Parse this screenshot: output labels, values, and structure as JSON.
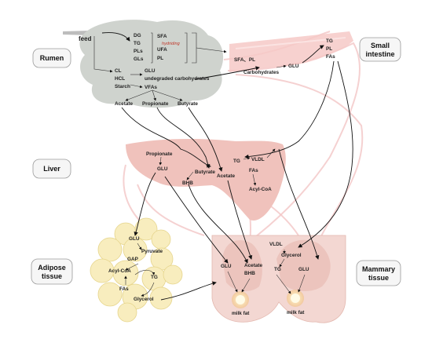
{
  "tissues": {
    "rumen": "Rumen",
    "small_intestine_line1": "Small",
    "small_intestine_line2": "intestine",
    "liver": "Liver",
    "adipose_line1": "Adipose",
    "adipose_line2": "tissue",
    "mammary_line1": "Mammary",
    "mammary_line2": "tissue"
  },
  "rumen": {
    "feed": "feed",
    "dg": "DG",
    "tg": "TG",
    "pls": "PLs",
    "gls": "GLs",
    "sfa": "SFA",
    "hydriding": "hydriding",
    "ufa": "UFA",
    "pl": "PL",
    "cl": "CL",
    "hcl": "HCL",
    "starch": "Starch",
    "glu": "GLU",
    "undegraded": "undegraded carbohydrates",
    "vfas": "VFAs",
    "acetate": "Acetate",
    "propionate": "Propionate",
    "butyrate": "Butyrate"
  },
  "small_intestine": {
    "sfa_pl": "SFA、PL",
    "carbohydrates": "Carbohydrates",
    "glu": "GLU",
    "tg": "TG",
    "pl": "PL",
    "fas": "FAs"
  },
  "liver": {
    "propionate": "Propionate",
    "glu": "GLU",
    "butyrate": "Butyrate",
    "bhb": "BHB",
    "acetate": "Acetate",
    "tg": "TG",
    "vldl": "VLDL",
    "fas": "FAs",
    "acyl_coa": "Acyl-CoA"
  },
  "adipose": {
    "glu": "GLU",
    "pyruvate": "Pyruvate",
    "gap": "GAP",
    "acyl_coa": "Acyl-CoA",
    "tg": "TG",
    "fas": "FAs",
    "glycerol": "Glycerol"
  },
  "mammary": {
    "glu_left": "GLU",
    "acetate": "Acetate",
    "bhb": "BHB",
    "vldl": "VLDL",
    "glycerol": "Glycerol",
    "tg": "TG",
    "glu_right": "GLU",
    "milk_fat_left": "milk fat",
    "milk_fat_right": "milk fat"
  },
  "colors": {
    "rumen_fill": "#cfd3ce",
    "intestine_fill": "#f6c9c7",
    "liver_fill": "#f0c2bc",
    "adipose_fill": "#f8edbe",
    "mammary_fill": "#f3d7d2",
    "milk_fat": "#fffbe6",
    "hydriding_text": "#c0392b"
  }
}
